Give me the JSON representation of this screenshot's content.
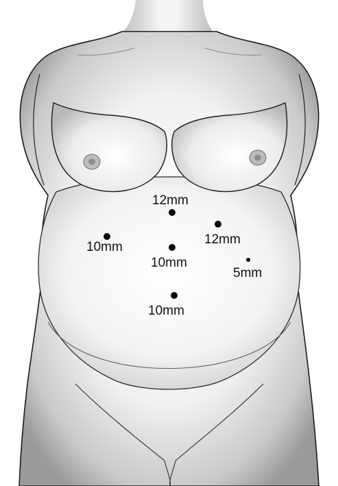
{
  "ports": [
    {
      "id": "port-upper-mid",
      "size": "12mm",
      "label": "12mm"
    },
    {
      "id": "port-left",
      "size": "10mm",
      "label": "10mm"
    },
    {
      "id": "port-right-upper",
      "size": "12mm",
      "label": "12mm"
    },
    {
      "id": "port-center",
      "size": "10mm",
      "label": "10mm"
    },
    {
      "id": "port-right-lateral",
      "size": "5mm",
      "label": "5mm"
    },
    {
      "id": "port-lower-mid",
      "size": "10mm",
      "label": "10mm"
    }
  ],
  "colors": {
    "ink": "#111111",
    "skin_shade": "#9a9a9a",
    "paper": "#ffffff"
  }
}
